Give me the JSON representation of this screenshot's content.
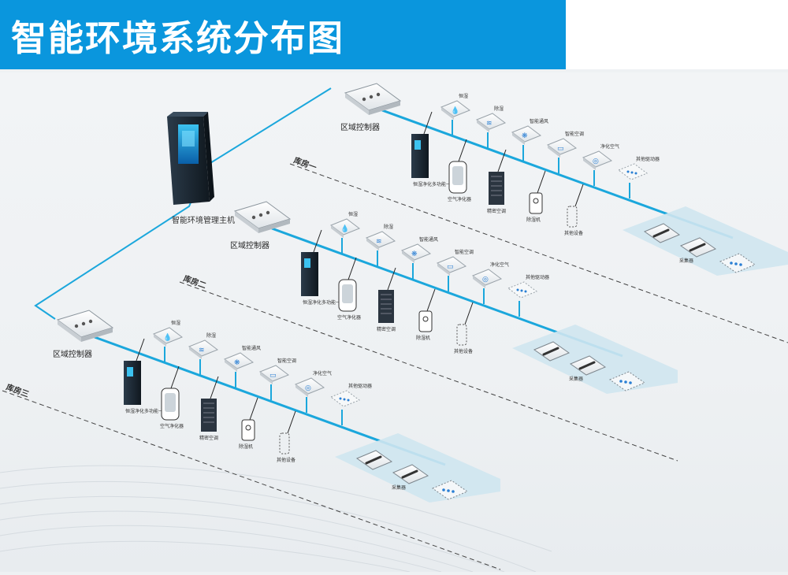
{
  "title": "智能环境系统分布图",
  "colors": {
    "header": "#0a96dd",
    "bus": "#1ba7dc",
    "device": "#2a7fd4",
    "cabinet": "#1f2d3a"
  },
  "host": {
    "label": "智能环境管理主机"
  },
  "zones": [
    {
      "zone_label": "库房一",
      "controller": "区域控制器",
      "devices": [
        "恒湿",
        "除湿",
        "智能通风",
        "智能空调",
        "净化空气",
        "其他驱动器"
      ],
      "floor_devices": [
        "恒湿净化多功能一体机",
        "空气净化器",
        "精密空调",
        "除湿机",
        "其他设备"
      ],
      "sensors_label": "采集器"
    },
    {
      "zone_label": "库房二",
      "controller": "区域控制器",
      "devices": [
        "恒湿",
        "除湿",
        "智能通风",
        "智能空调",
        "净化空气",
        "其他驱动器"
      ],
      "floor_devices": [
        "恒湿净化多功能一体机",
        "空气净化器",
        "精密空调",
        "除湿机",
        "其他设备"
      ],
      "sensors_label": "采集器"
    },
    {
      "zone_label": "库房三",
      "controller": "区域控制器",
      "devices": [
        "恒湿",
        "除湿",
        "智能通风",
        "智能空调",
        "净化空气",
        "其他驱动器"
      ],
      "floor_devices": [
        "恒湿净化多功能一体机",
        "空气净化器",
        "精密空调",
        "除湿机",
        "其他设备"
      ],
      "sensors_label": "采集器"
    }
  ]
}
